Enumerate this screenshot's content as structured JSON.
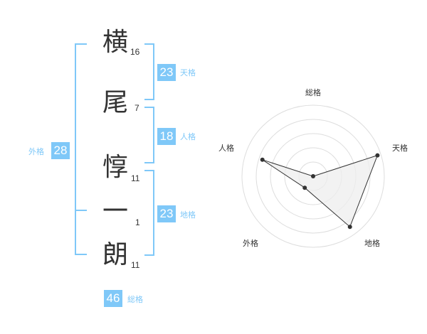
{
  "name": {
    "chars": [
      {
        "char": "横",
        "strokes": "16"
      },
      {
        "char": "尾",
        "strokes": "7"
      },
      {
        "char": "惇",
        "strokes": "11"
      },
      {
        "char": "一",
        "strokes": "1"
      },
      {
        "char": "朗",
        "strokes": "11"
      }
    ]
  },
  "kaku": {
    "ten": {
      "value": "23",
      "label": "天格"
    },
    "jin": {
      "value": "18",
      "label": "人格"
    },
    "chi": {
      "value": "23",
      "label": "地格"
    },
    "gai": {
      "value": "28",
      "label": "外格"
    },
    "sou": {
      "value": "46",
      "label": "総格"
    }
  },
  "colors": {
    "accent": "#7fc8f8",
    "text": "#333333",
    "polygon_fill": "#eeeeee",
    "ring": "#dddddd"
  },
  "chart_data": {
    "type": "radar",
    "axes": [
      "総格",
      "天格",
      "地格",
      "外格",
      "人格"
    ],
    "values": [
      0.0,
      0.95,
      0.88,
      0.2,
      0.75
    ],
    "rings": 5
  }
}
